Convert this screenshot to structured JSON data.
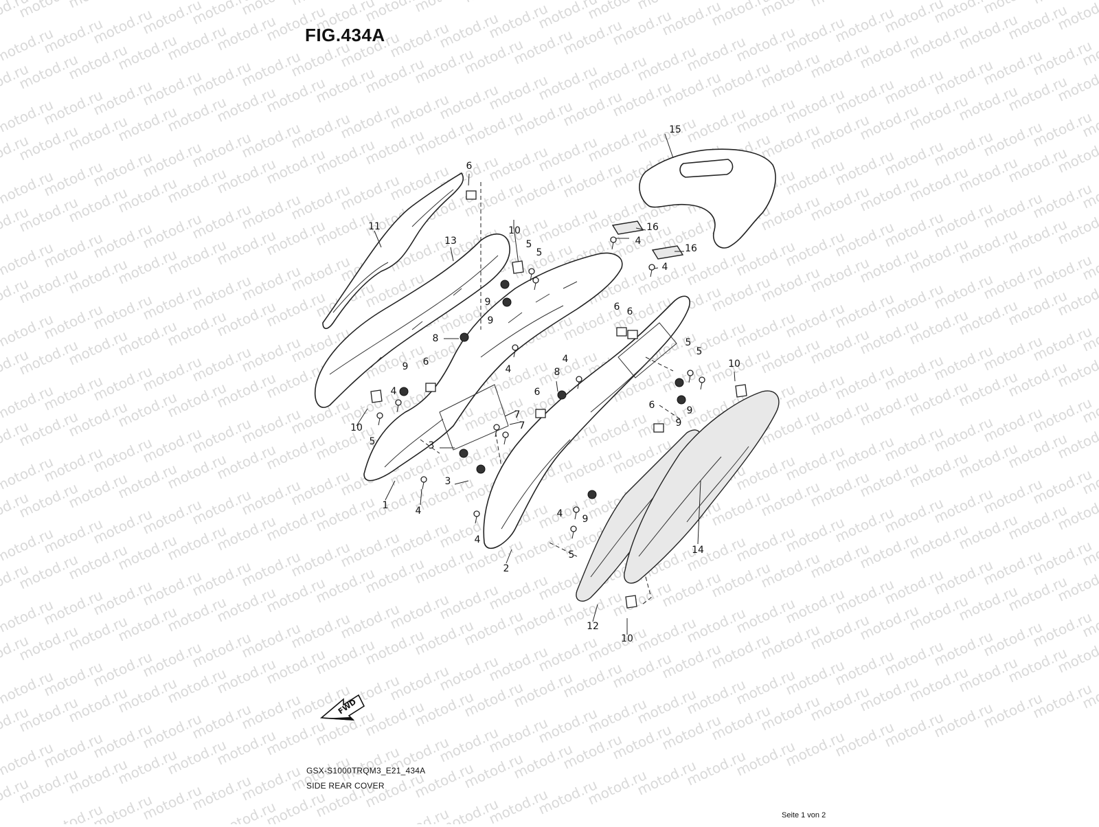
{
  "figure_title": "FIG.434A",
  "model_code": "GSX-S1000TRQM3_E21_434A",
  "subtitle": "SIDE REAR COVER",
  "page_indicator": "Seite 1 von 2",
  "watermark_text": "motod.ru",
  "fwd_label": "FWD",
  "callouts": {
    "c1": "1",
    "c2": "2",
    "c3a": "3",
    "c3b": "3",
    "c4a": "4",
    "c4b": "4",
    "c4c": "4",
    "c4d": "4",
    "c4e": "4",
    "c4f": "4",
    "c4g": "4",
    "c4h": "4",
    "c5a": "5",
    "c5b": "5",
    "c5c": "5",
    "c5d": "5",
    "c5e": "5",
    "c5f": "5",
    "c6a": "6",
    "c6b": "6",
    "c6c": "6",
    "c6d": "6",
    "c6e": "6",
    "c6f": "6",
    "c7a": "7",
    "c7b": "7",
    "c8a": "8",
    "c8b": "8",
    "c9a": "9",
    "c9b": "9",
    "c9c": "9",
    "c9d": "9",
    "c9e": "9",
    "c9f": "9",
    "c10a": "10",
    "c10b": "10",
    "c10c": "10",
    "c10d": "10",
    "c11": "11",
    "c12": "12",
    "c13": "13",
    "c14": "14",
    "c15": "15",
    "c16a": "16",
    "c16b": "16"
  },
  "colors": {
    "line": "#222222",
    "watermark": "#d9d9d9",
    "background": "#ffffff"
  }
}
